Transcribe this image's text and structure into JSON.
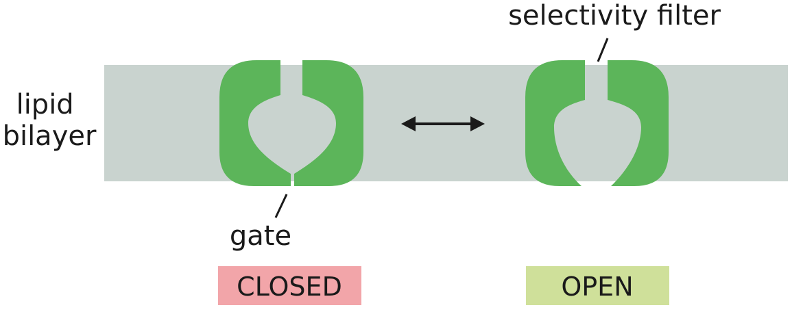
{
  "labels": {
    "membrane": [
      "lipid",
      "bilayer"
    ],
    "selectivity_filter": "selectivity filter",
    "gate": "gate"
  },
  "states": {
    "closed": "CLOSED",
    "open": "OPEN"
  },
  "colors": {
    "bilayer": "#c9d3cf",
    "channel": "#5cb55a",
    "closed_badge": "#f2a5a9",
    "open_badge": "#cfe09a",
    "text": "#1a1a1a"
  }
}
